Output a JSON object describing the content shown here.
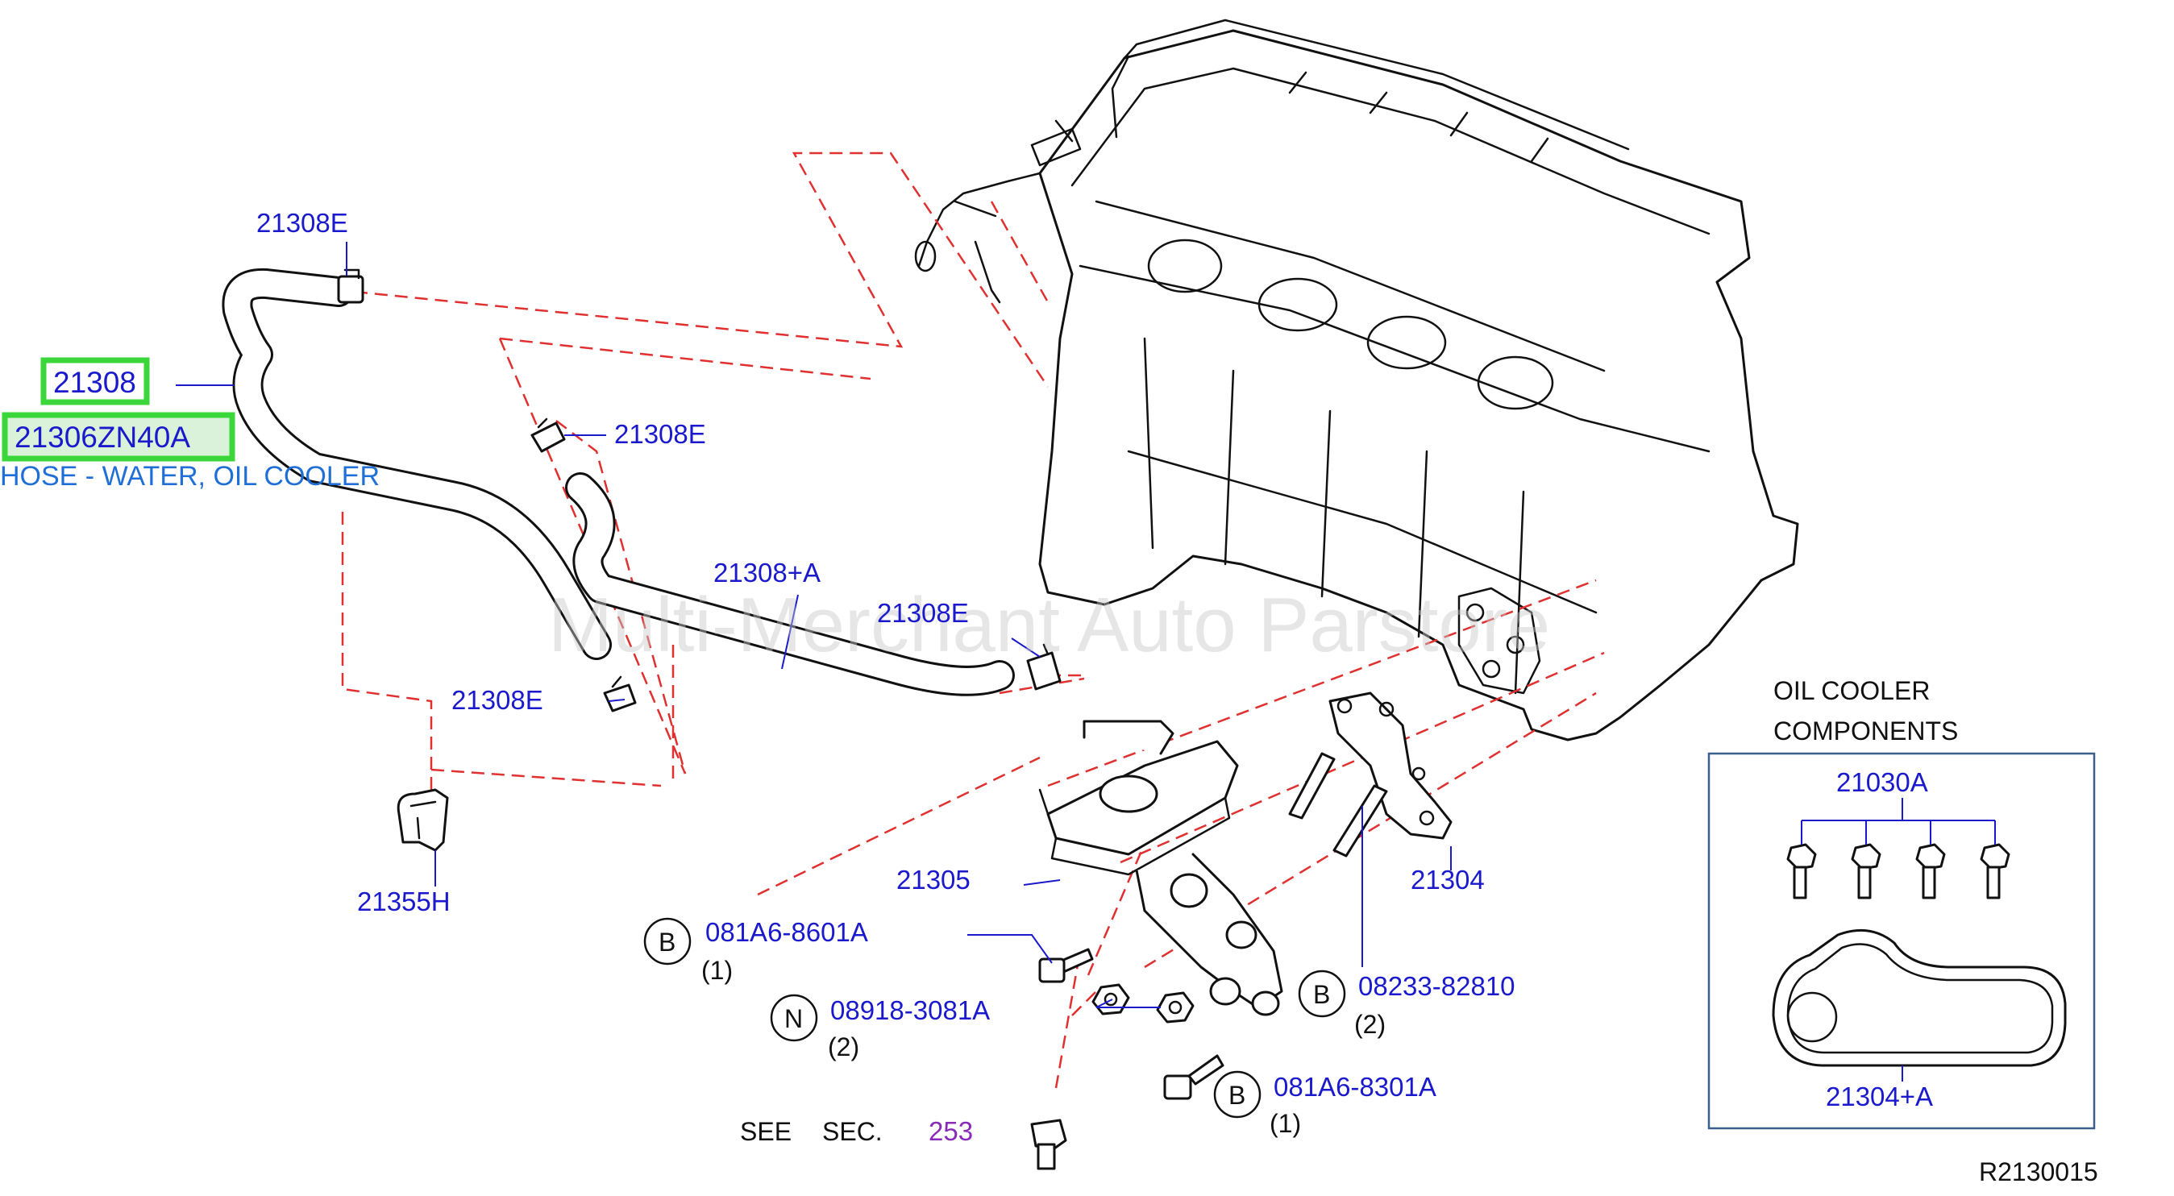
{
  "watermark": "Multi-Merchant Auto Parstore",
  "highlighted": {
    "part_number": "21308",
    "oem_number": "21306ZN40A",
    "description": "HOSE - WATER, OIL COOLER"
  },
  "labels": {
    "clamp_top": "21308E",
    "clamp_mid": "21308E",
    "clamp_right": "21308E",
    "clamp_low": "21308E",
    "hose_a": "21308+A",
    "bracket": "21355H",
    "cooler": "21305",
    "gasket": "21304",
    "bolt1": "081A6-8601A",
    "bolt1_qty": "(1)",
    "nut": "08918-3081A",
    "nut_qty": "(2)",
    "stud": "08233-82810",
    "stud_qty": "(2)",
    "bolt2": "081A6-8301A",
    "bolt2_qty": "(1)",
    "see": "SEE",
    "sec": "SEC.",
    "sec_num": "253",
    "ref": "R2130015"
  },
  "badges": {
    "b1": "B",
    "n1": "N",
    "b2": "B",
    "b3": "B"
  },
  "components_box": {
    "title_line1": "OIL   COOLER",
    "title_line2": "COMPONENTS",
    "bolts": "21030A",
    "gasket": "21304+A"
  }
}
